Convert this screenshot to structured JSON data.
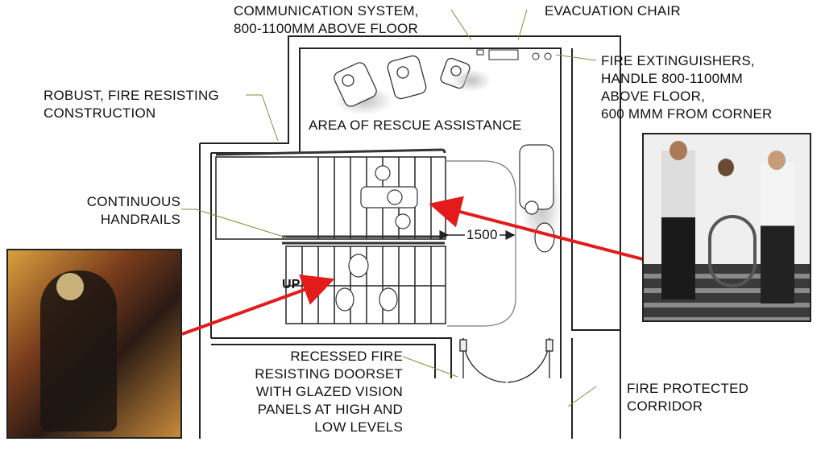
{
  "labels": {
    "communication_system": [
      "COMMUNICATION SYSTEM,",
      "800-1100MM ABOVE FLOOR"
    ],
    "evacuation_chair": [
      "EVACUATION CHAIR"
    ],
    "fire_extinguishers": [
      "FIRE EXTINGUISHERS,",
      "HANDLE 800-1100MM",
      "ABOVE FLOOR,",
      "600 MMM FROM CORNER"
    ],
    "robust_construction": [
      "ROBUST, FIRE RESISTING",
      "CONSTRUCTION"
    ],
    "rescue_area": "AREA OF RESCUE ASSISTANCE",
    "handrails": [
      "CONTINUOUS",
      "HANDRAILS"
    ],
    "dimension": "1500",
    "up_marker": "UP",
    "doorset": [
      "RECESSED FIRE",
      "RESISTING DOORSET",
      "WITH GLAZED VISION",
      "PANELS AT HIGH AND",
      "LOW LEVELS"
    ],
    "corridor": [
      "FIRE PROTECTED",
      "CORRIDOR"
    ]
  },
  "colors": {
    "arrow": "#e31b1b",
    "wall": "#222222",
    "leader": "#8a8a3a"
  }
}
